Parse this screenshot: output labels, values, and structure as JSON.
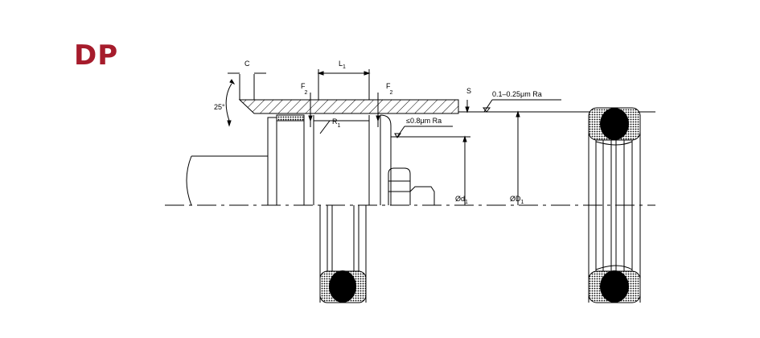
{
  "title": "DP",
  "colors": {
    "title": "#a61c2c",
    "line": "#000000",
    "seal": "#000000",
    "hatch": "#000000"
  },
  "labels": {
    "c": "C",
    "l1": "L",
    "l1_sub": "1",
    "f2_left": "F",
    "f2_left_sub": "2",
    "f2_right": "F",
    "f2_right_sub": "2",
    "s": "S",
    "roughness_bore": "0.1–0.25μm  Ra",
    "roughness_groove": "≤0.8μm  Ra",
    "r1": "R",
    "r1_sub": "1",
    "angle": "25°",
    "d1_small": "Ød",
    "d1_small_sub": "1",
    "d1_large": "ØD",
    "d1_large_sub": "1"
  }
}
